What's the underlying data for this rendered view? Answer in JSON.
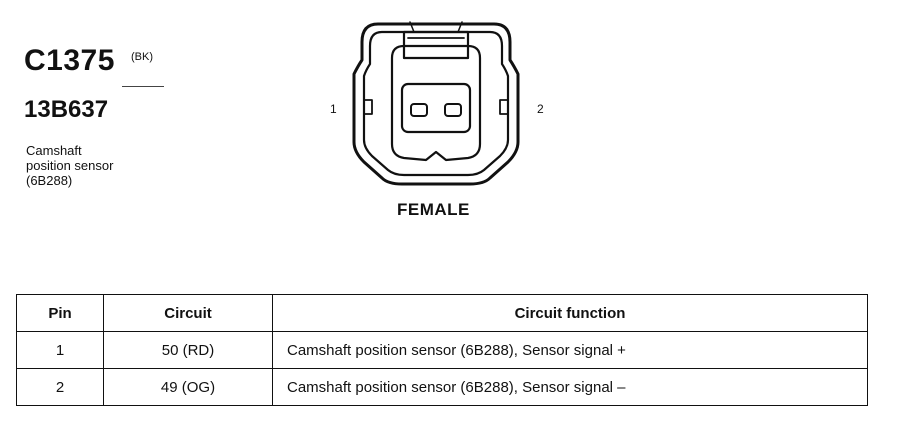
{
  "connector": {
    "id": "C1375",
    "color_code": "(BK)",
    "part_number": "13B637",
    "description": [
      "Camshaft",
      "position sensor",
      "(6B288)"
    ],
    "pin_labels": [
      "1",
      "2"
    ],
    "gender": "FEMALE"
  },
  "table": {
    "headers": [
      "Pin",
      "Circuit",
      "Circuit function"
    ],
    "rows": [
      {
        "pin": "1",
        "circuit": "50 (RD)",
        "function": "Camshaft position sensor (6B288), Sensor signal +"
      },
      {
        "pin": "2",
        "circuit": "49 (OG)",
        "function": "Camshaft position sensor (6B288), Sensor signal –"
      }
    ]
  }
}
